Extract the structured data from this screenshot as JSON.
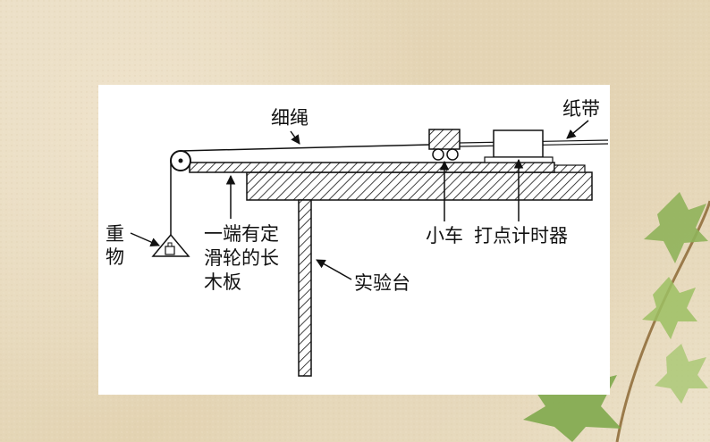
{
  "labels": {
    "thin_rope": "细绳",
    "paper_tape": "纸带",
    "weight": [
      "重",
      "物"
    ],
    "board": [
      "一端有定",
      "滑轮的长",
      "木板"
    ],
    "cart": "小车",
    "timer": "打点计时器",
    "table": "实验台"
  },
  "colors": {
    "background": "#e9ddc2",
    "panel": "#ffffff",
    "line": "#111111",
    "leaf": "#8fb35a"
  }
}
